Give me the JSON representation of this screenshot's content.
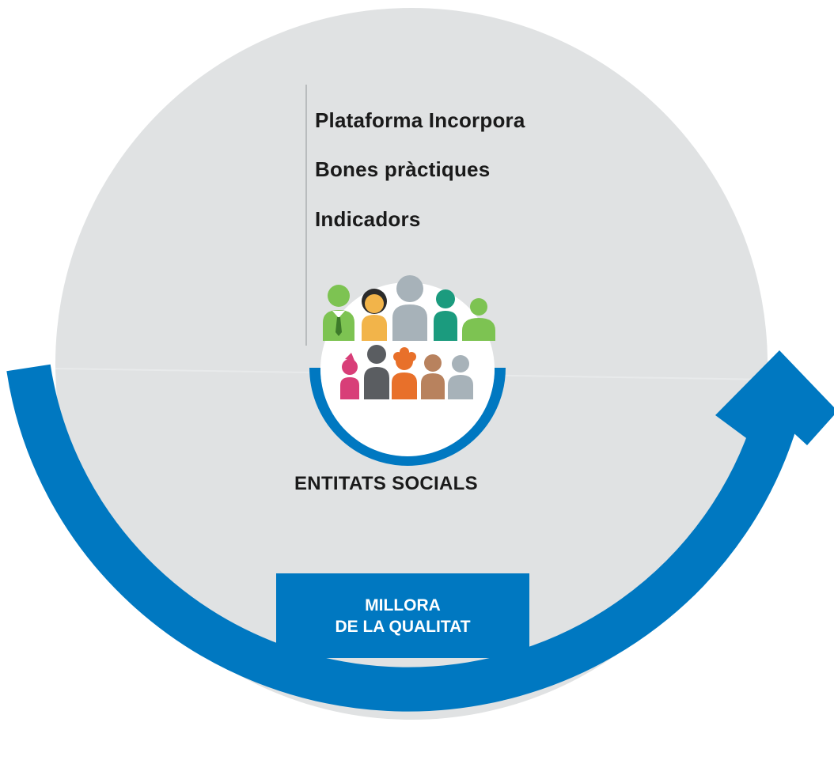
{
  "list": {
    "items": [
      {
        "label": "Plataforma Incorpora"
      },
      {
        "label": "Bones pràctiques"
      },
      {
        "label": "Indicadors"
      }
    ]
  },
  "center": {
    "label": "ENTITATS SOCIALS",
    "people_icons": [
      {
        "name": "man-with-tie",
        "color": "#7dc352"
      },
      {
        "name": "woman-dark-hair",
        "color": "#f2b44a"
      },
      {
        "name": "person-large",
        "color": "#a7b2b9"
      },
      {
        "name": "person",
        "color": "#1b9b7e"
      },
      {
        "name": "person",
        "color": "#7dc352"
      },
      {
        "name": "girl",
        "color": "#d83e78"
      },
      {
        "name": "person",
        "color": "#5a5d61"
      },
      {
        "name": "person-curly-hair",
        "color": "#e8702a"
      },
      {
        "name": "person",
        "color": "#b8825e"
      },
      {
        "name": "person-small",
        "color": "#a7b2b9"
      }
    ]
  },
  "quality": {
    "line1": "MILLORA",
    "line2": "DE LA QUALITAT"
  },
  "colors": {
    "accent_blue": "#0078c1",
    "circle_fill": "#e0e2e3",
    "text_dark": "#1a1a1a",
    "divider": "#b9bcbe"
  }
}
